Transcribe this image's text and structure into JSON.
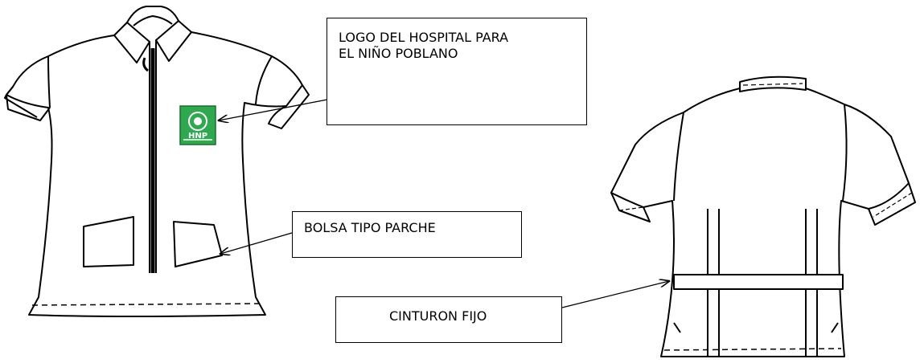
{
  "callouts": {
    "logo": {
      "line1": "LOGO DEL HOSPITAL PARA",
      "line2": "EL NIÑO POBLANO"
    },
    "bolsa": "BOLSA TIPO PARCHE",
    "cinturon": "CINTURON FIJO"
  },
  "logo_badge": {
    "text": "HNP",
    "color": "#2fa84f"
  }
}
